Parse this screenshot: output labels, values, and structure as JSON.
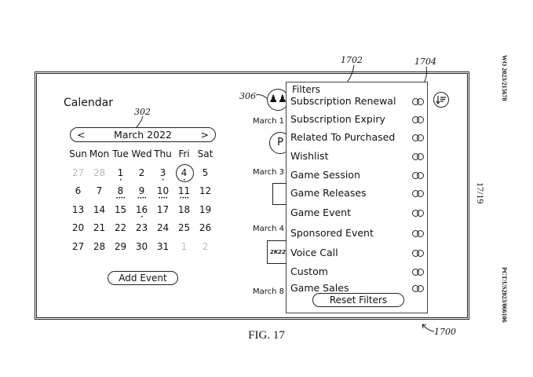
{
  "calendar": {
    "title": "Calendar",
    "month_label": "March 2022",
    "prev": "<",
    "next": ">",
    "weekdays": [
      "Sun",
      "Mon",
      "Tue",
      "Wed",
      "Thu",
      "Fri",
      "Sat"
    ],
    "weeks": [
      [
        {
          "d": "27",
          "muted": true
        },
        {
          "d": "28",
          "muted": true
        },
        {
          "d": "1",
          "dots": "•"
        },
        {
          "d": "2"
        },
        {
          "d": "3",
          "dots": "•"
        },
        {
          "d": "4",
          "dots": "•",
          "selected": true
        },
        {
          "d": "5"
        }
      ],
      [
        {
          "d": "6"
        },
        {
          "d": "7"
        },
        {
          "d": "8",
          "dots": "••••"
        },
        {
          "d": "9",
          "dots": "••••"
        },
        {
          "d": "10",
          "dots": "••••"
        },
        {
          "d": "11",
          "dots": "••••"
        },
        {
          "d": "12"
        }
      ],
      [
        {
          "d": "13"
        },
        {
          "d": "14"
        },
        {
          "d": "15"
        },
        {
          "d": "16",
          "dots": "•"
        },
        {
          "d": "17"
        },
        {
          "d": "18"
        },
        {
          "d": "19"
        }
      ],
      [
        {
          "d": "20"
        },
        {
          "d": "21"
        },
        {
          "d": "22"
        },
        {
          "d": "23"
        },
        {
          "d": "24"
        },
        {
          "d": "25"
        },
        {
          "d": "26"
        }
      ],
      [
        {
          "d": "27"
        },
        {
          "d": "28"
        },
        {
          "d": "29"
        },
        {
          "d": "30"
        },
        {
          "d": "31"
        },
        {
          "d": "1",
          "muted": true
        },
        {
          "d": "2",
          "muted": true
        }
      ]
    ],
    "add_event_label": "Add Event"
  },
  "events": [
    {
      "date": "March 1",
      "icon": "crowd-icon"
    },
    {
      "date": "March 3",
      "icon": "playstation-icon"
    },
    {
      "date": "March 4",
      "icon": "game-art-thumbnail"
    },
    {
      "date": "March 8",
      "icon": "2k22-thumbnail",
      "thumb_text": "2K22"
    }
  ],
  "filters": {
    "title": "Filters",
    "items": [
      "Subscription Renewal",
      "Subscription Expiry",
      "Related To Purchased",
      "Wishlist",
      "Game Session",
      "Game Releases",
      "Game Event",
      "Sponsored Event",
      "Voice Call",
      "Custom",
      "Game Sales"
    ],
    "reset_label": "Reset Filters"
  },
  "refs": {
    "r302": "302",
    "r306": "306",
    "r1702": "1702",
    "r1704": "1704",
    "r1700": "1700"
  },
  "figure_label": "FIG. 17",
  "page_header": "WO 2023/215678",
  "page_footer": "PCT/US2023/066106",
  "page_number": "17/19"
}
